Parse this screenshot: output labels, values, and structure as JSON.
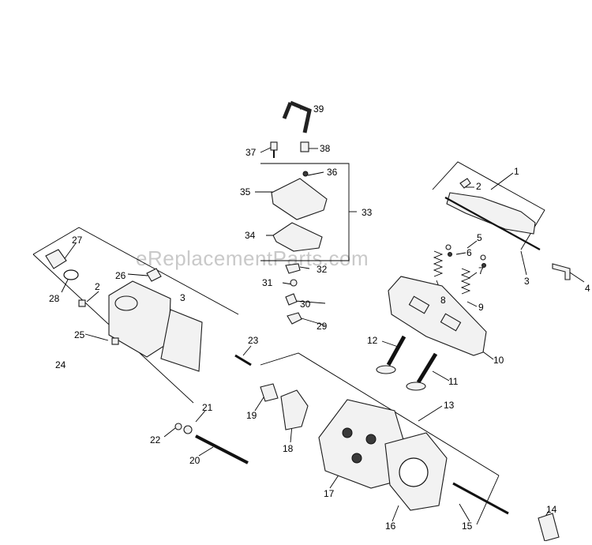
{
  "watermark": "eReplacementParts.com",
  "callouts": [
    "1",
    "2",
    "3",
    "4",
    "5",
    "6",
    "7",
    "8",
    "9",
    "10",
    "11",
    "12",
    "13",
    "14",
    "15",
    "16",
    "17",
    "18",
    "19",
    "20",
    "21",
    "22",
    "23",
    "24",
    "25",
    "26",
    "27",
    "28",
    "29",
    "30",
    "31",
    "32",
    "33",
    "34",
    "35",
    "36",
    "37",
    "38",
    "39"
  ]
}
